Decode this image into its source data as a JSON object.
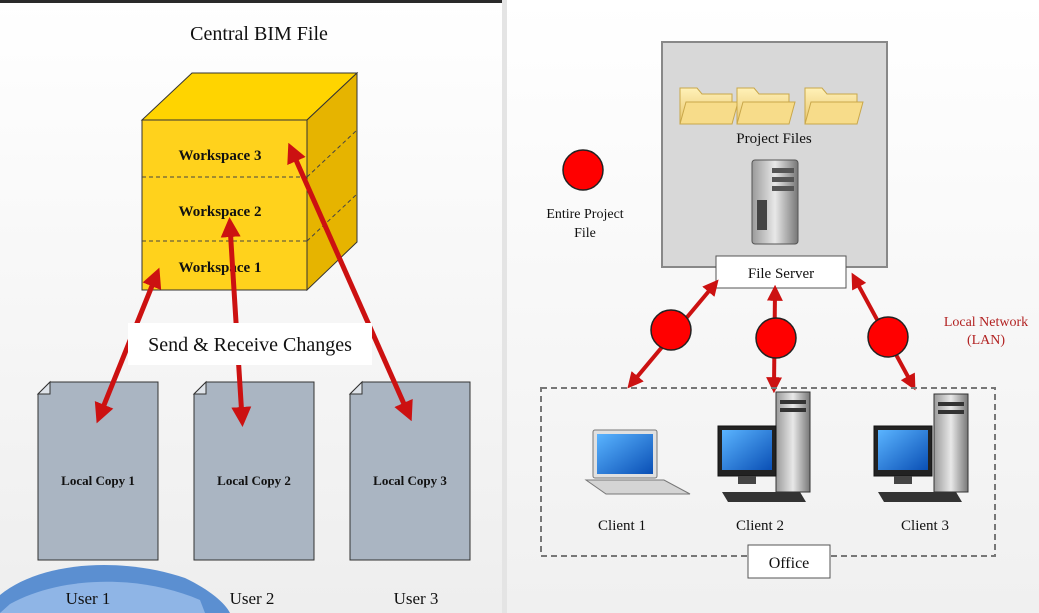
{
  "left_panel": {
    "title": "Central BIM File",
    "workspaces": [
      "Workspace 3",
      "Workspace 2",
      "Workspace 1"
    ],
    "callout": "Send & Receive Changes",
    "local_copies": [
      "Local Copy 1",
      "Local Copy 2",
      "Local Copy 3"
    ],
    "users": [
      "User 1",
      "User 2",
      "User 3"
    ]
  },
  "right_panel": {
    "project_files_label": "Project Files",
    "file_server_label": "File Server",
    "legend_label_line1": "Entire Project",
    "legend_label_line2": "File",
    "network_label_line1": "Local Network",
    "network_label_line2": "(LAN)",
    "clients": [
      "Client 1",
      "Client 2",
      "Client 3"
    ],
    "office_label": "Office"
  },
  "colors": {
    "cube_front": "#ffd21c",
    "cube_top": "#ffd400",
    "cube_side": "#e6b400",
    "arrow": "#cc1111",
    "token": "#ff0000",
    "document": "#aab5c2",
    "server_box": "#d8d8d8",
    "network_text": "#b22222"
  }
}
